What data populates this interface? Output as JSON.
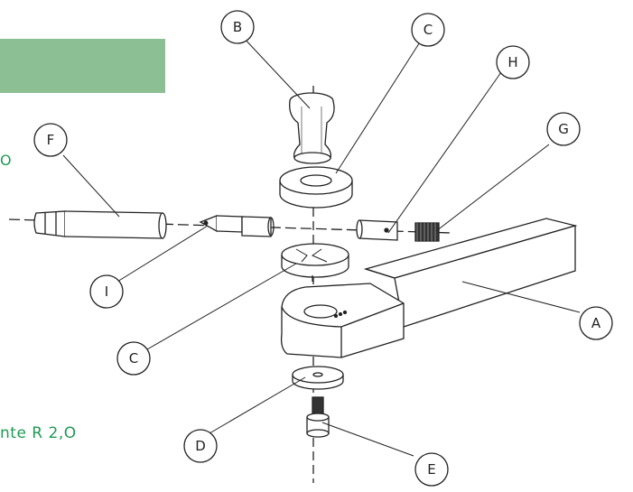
{
  "caption_top": "O",
  "caption_bottom": "nte R 2,O",
  "callouts": [
    {
      "label": "B",
      "id": "B"
    },
    {
      "label": "C",
      "id": "C-top"
    },
    {
      "label": "H",
      "id": "H"
    },
    {
      "label": "F",
      "id": "F"
    },
    {
      "label": "G",
      "id": "G"
    },
    {
      "label": "I",
      "id": "I"
    },
    {
      "label": "A",
      "id": "A"
    },
    {
      "label": "C",
      "id": "C-bottom"
    },
    {
      "label": "D",
      "id": "D"
    },
    {
      "label": "E",
      "id": "E"
    }
  ],
  "colors": {
    "banner": "#8dbf94",
    "caption": "#1f9a55",
    "line": "#222222"
  }
}
